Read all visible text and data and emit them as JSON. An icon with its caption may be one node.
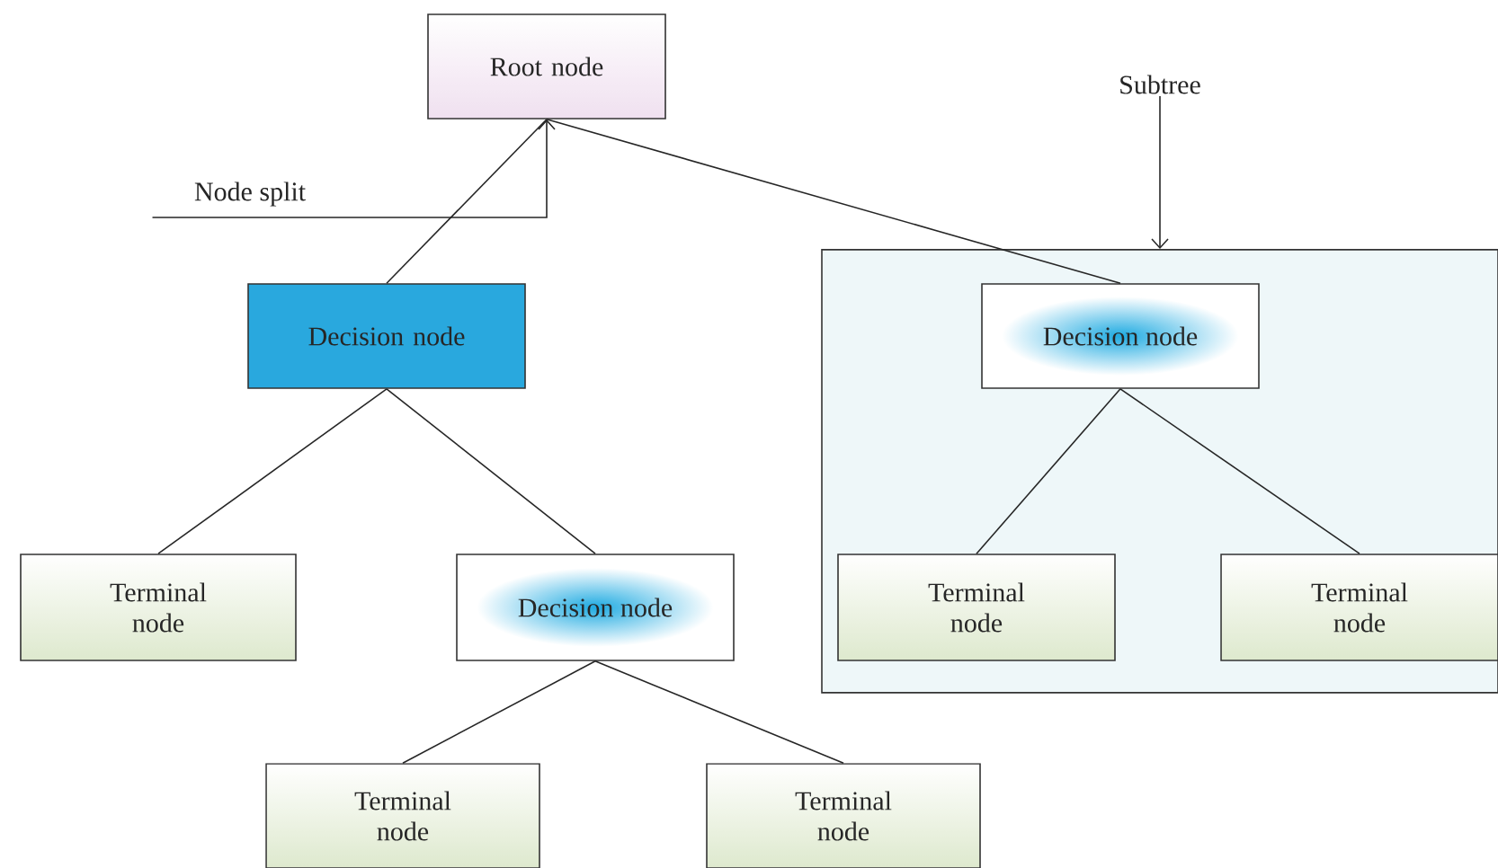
{
  "diagram": {
    "nodes": [
      {
        "text": [
          "Root node"
        ]
      },
      {
        "text": [
          "Subtree"
        ]
      },
      {
        "text": [
          "Node split"
        ]
      },
      {
        "text": [
          "Decision node"
        ]
      },
      {
        "text": [],
        "shape": "box"
      },
      {
        "text": [
          "Decision node"
        ],
        "in": 4
      },
      {
        "text": [
          "Terminal node"
        ]
      },
      {
        "text": [
          "Decision node"
        ]
      },
      {
        "text": [
          "Terminal node"
        ],
        "in": 4
      },
      {
        "text": [
          "Terminal node"
        ],
        "in": 4
      },
      {
        "text": [
          "Terminal node"
        ]
      },
      {
        "text": [
          "Terminal node"
        ]
      }
    ],
    "edges": [
      {
        "from": 0,
        "to": 3,
        "arrow": "none"
      },
      {
        "from": 0,
        "to": 5,
        "arrow": "none"
      },
      {
        "from": 1,
        "to": 4,
        "arrow": "to"
      },
      {
        "from": 2,
        "to": 0,
        "arrow": "to"
      },
      {
        "from": 3,
        "to": 6,
        "arrow": "none"
      },
      {
        "from": 3,
        "to": 7,
        "arrow": "none"
      },
      {
        "from": 5,
        "to": 8,
        "arrow": "none"
      },
      {
        "from": 5,
        "to": 9,
        "arrow": "none"
      },
      {
        "from": 7,
        "to": 10,
        "arrow": "none"
      },
      {
        "from": 7,
        "to": 11,
        "arrow": "none"
      }
    ]
  }
}
